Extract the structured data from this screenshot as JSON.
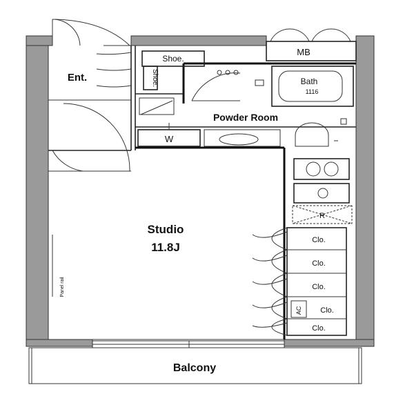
{
  "rooms": {
    "entrance": "Ent.",
    "powder_room": "Powder Room",
    "studio": "Studio",
    "studio_size": "11.8J",
    "balcony": "Balcony"
  },
  "fixtures": {
    "meter_box": "MB",
    "shoe_cabinet_top": "Shoe.",
    "shoe_cabinet_side": "Shoe.",
    "bath": "Bath",
    "bath_size": "1116",
    "washer": "W",
    "refrigerator": "R",
    "closets": [
      "Clo.",
      "Clo.",
      "Clo.",
      "Clo.",
      "Clo."
    ],
    "air_conditioner": "AC",
    "panel_note": "Panel rail"
  }
}
